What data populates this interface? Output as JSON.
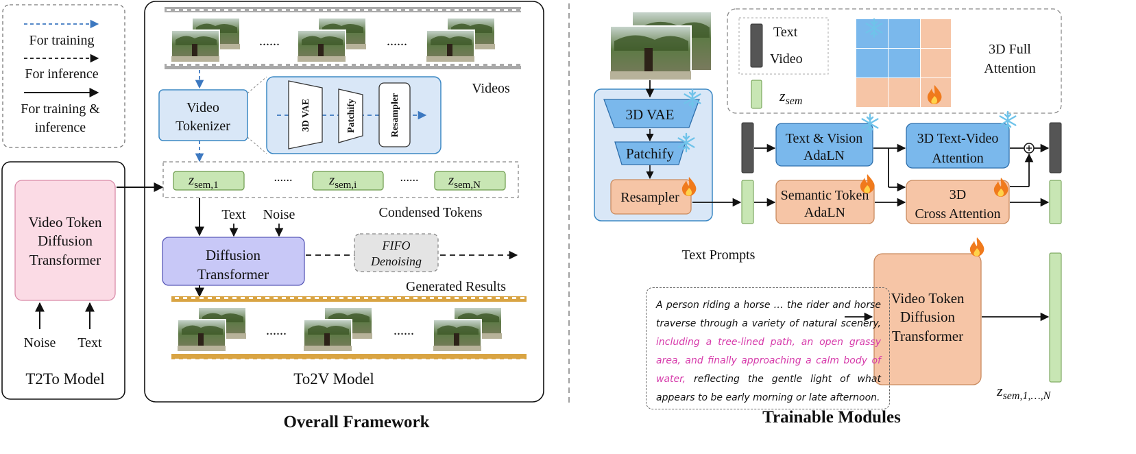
{
  "legend": {
    "training": "For training",
    "inference": "For inference",
    "both_line1": "For training &",
    "both_line2": "inference"
  },
  "t2to": {
    "box_line1": "Video Token",
    "box_line2": "Diffusion",
    "box_line3": "Transformer",
    "noise": "Noise",
    "text": "Text",
    "caption": "T2To Model"
  },
  "to2v": {
    "ellipsis": "......",
    "videos_label": "Videos",
    "tokenizer_line1": "Video",
    "tokenizer_line2": "Tokenizer",
    "vae": "3D VAE",
    "patchify": "Patchify",
    "resampler": "Resampler",
    "z": "z",
    "z_sub": [
      "sem,1",
      "sem,i",
      "sem,N"
    ],
    "condensed": "Condensed Tokens",
    "text_in": "Text",
    "noise_in": "Noise",
    "diff_line1": "Diffusion",
    "diff_line2": "Transformer",
    "fifo_line1": "FIFO",
    "fifo_line2": "Denoising",
    "generated": "Generated Results",
    "caption": "To2V Model"
  },
  "overall_title": "Overall Framework",
  "trainable": {
    "legend_text": "Text",
    "legend_video": "Video",
    "legend_z": "z",
    "legend_z_sub": "sem",
    "attn_line1": "3D Full",
    "attn_line2": "Attention",
    "vae": "3D VAE",
    "patchify": "Patchify",
    "resampler": "Resampler",
    "tv_adaln_1": "Text & Vision",
    "tv_adaln_2": "AdaLN",
    "st_adaln_1": "Semantic Token",
    "st_adaln_2": "AdaLN",
    "tva_1": "3D Text-Video",
    "tva_2": "Attention",
    "ca_1": "3D",
    "ca_2": "Cross Attention",
    "prompts_label": "Text Prompts",
    "prompt_a": "A person riding a horse … the rider and horse traverse through a variety of natural scenery, ",
    "prompt_b": "including a tree-lined path, an open grassy area, and finally approaching a calm body of water,",
    "prompt_c": " reflecting the gentle light of what appears to be early morning or late afternoon.",
    "vtdt_1": "Video Token",
    "vtdt_2": "Diffusion",
    "vtdt_3": "Transformer",
    "out_z": "z",
    "out_sub": "sem,1,…,N"
  },
  "trainable_title": "Trainable Modules",
  "colors": {
    "blue_fill": "#d9e7f7",
    "blue_stroke": "#3c88c4",
    "green_fill": "#c8e6b4",
    "green_stroke": "#6a9a4a",
    "pink_fill": "#fbdbe5",
    "purple_fill": "#c8c8f7",
    "orange_fill": "#f6c5a6",
    "orange_stroke": "#c98a5e",
    "dark_bar": "#555555",
    "film_gray": "#a9a9a9",
    "film_gold": "#d9a443",
    "highlight_pink": "#d63aaa"
  }
}
